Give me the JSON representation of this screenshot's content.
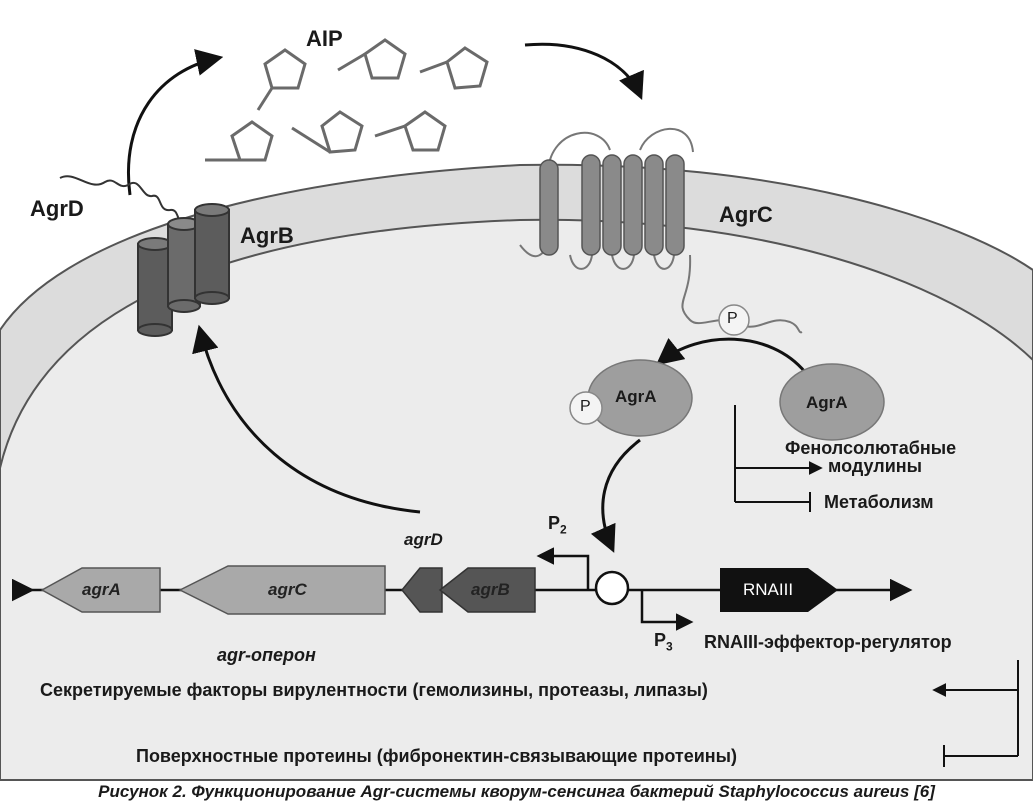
{
  "labels": {
    "aip": "AIP",
    "agrD": "AgrD",
    "agrB": "AgrB",
    "agrC": "AgrC",
    "phospho": "P",
    "agrA": "AgrA",
    "psm_line1": "Фенолсолютабные",
    "psm_line2": "модулины",
    "metabolism": "Метаболизм",
    "p2": "P",
    "p2_sub": "2",
    "p3": "P",
    "p3_sub": "3",
    "gene_agrA": "agrA",
    "gene_agrC": "agrC",
    "gene_agrD": "agrD",
    "gene_agrB": "agrB",
    "rnaiii": "RNAIII",
    "operon_italic": "agr",
    "operon_rest": "-оперон",
    "rnaiii_effector": "RNAIII-эффектор-регулятор",
    "secreted": "Секретируемые факторы вирулентности (гемолизины, протеазы, липазы)",
    "surface": "Поверхностные протеины (фибронектин-связывающие протеины)"
  },
  "caption": "Рисунок 2. Функционирование Agr-системы кворум-сенсинга бактерий Staphylococcus aureus [6]",
  "colors": {
    "membrane": "#dcdcdc",
    "cytoplasm": "#ececec",
    "agrB_dark": "#5c5c5c",
    "agrC_helix": "#8a8a8a",
    "agrA_fill": "#9e9e9e",
    "gene_light": "#a9a9a9",
    "gene_dark": "#555555",
    "rnaiii_fill": "#111111"
  }
}
